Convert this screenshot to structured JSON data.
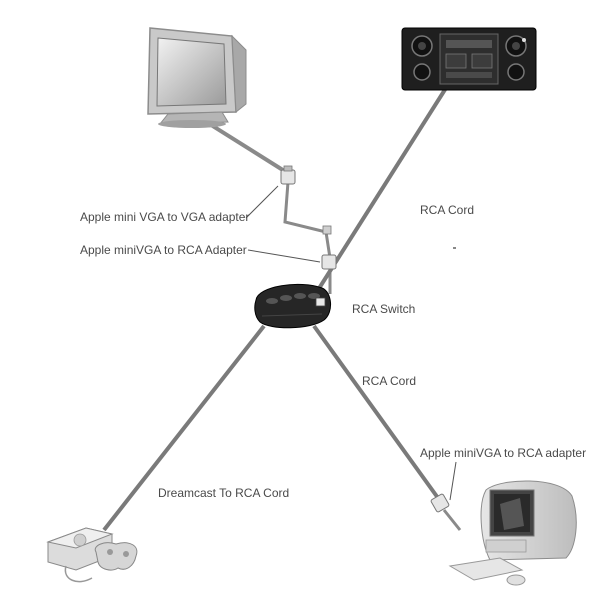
{
  "labels": {
    "vga_adapter": "Apple mini VGA to VGA adapter",
    "rca_adapter_top": "Apple miniVGA to RCA Adapter",
    "rca_cord_top": "RCA Cord",
    "rca_switch": "RCA Switch",
    "rca_cord_bottom": "RCA Cord",
    "rca_adapter_bottom": "Apple miniVGA to RCA adapter",
    "dreamcast_cord": "Dreamcast To RCA Cord"
  },
  "devices": [
    {
      "name": "crt-monitor",
      "icon": "crt-monitor-icon"
    },
    {
      "name": "stereo-system",
      "icon": "stereo-icon"
    },
    {
      "name": "rca-switch-box",
      "icon": "rca-switch-icon"
    },
    {
      "name": "dreamcast-console",
      "icon": "game-console-icon"
    },
    {
      "name": "emac-computer",
      "icon": "emac-icon"
    }
  ],
  "colors": {
    "cable": "#7a7a7a",
    "device_dark": "#2b2b2b",
    "device_light": "#d9d9d9",
    "label_text": "#4a4a4a"
  }
}
